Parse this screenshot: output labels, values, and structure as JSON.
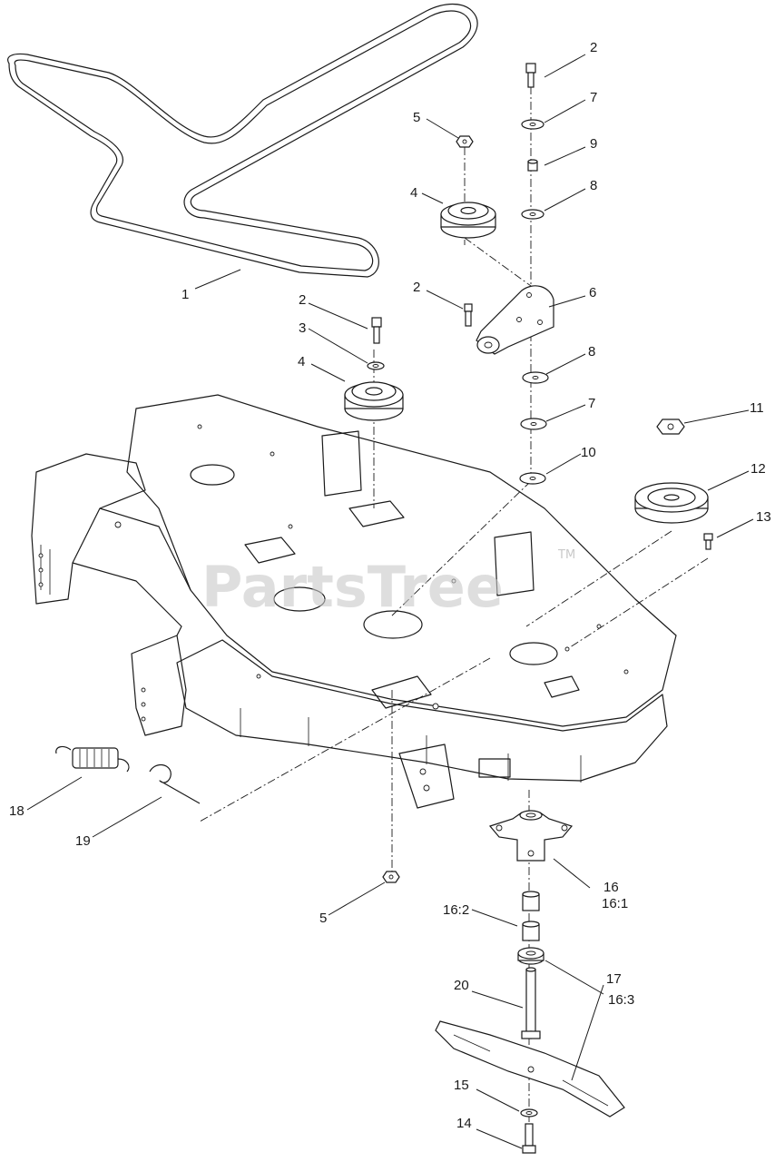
{
  "watermark": {
    "text": "PartsTree",
    "trademark": "TM"
  },
  "callouts": {
    "belt": "1",
    "bolt_top": "2",
    "bolt_bracket": "2",
    "bolt_idler": "2",
    "washer_idler": "3",
    "idler_pulley_upper": "4",
    "idler_pulley_lower": "4",
    "nut_upper": "5",
    "nut_lower": "5",
    "idler_arm": "6",
    "washer_upper": "7",
    "washer_lower": "7",
    "spacer_upper": "8",
    "spacer_lower": "8",
    "bushing": "9",
    "spacer_bottom": "10",
    "nut_pulley": "11",
    "spindle_pulley": "12",
    "screw_13": "13",
    "blade_bolt": "14",
    "blade_washer": "15",
    "spindle_housing": "16",
    "spindle_housing_sub": "16:1",
    "spindle_bearing": "16:2",
    "spindle_seal": "16:3",
    "blade": "17",
    "spring": "18",
    "spring_rod": "19",
    "spindle_shaft": "20"
  }
}
